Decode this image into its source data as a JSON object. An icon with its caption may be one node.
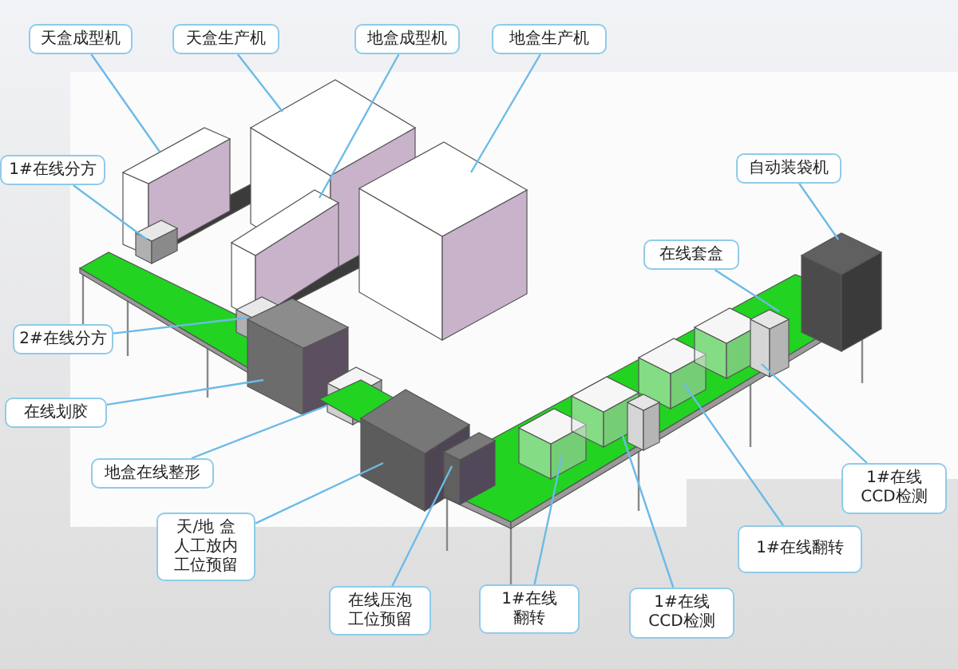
{
  "diagram": {
    "nodes": [
      {
        "text": [
          "天盒成型机"
        ]
      },
      {
        "text": [
          "天盒生产机"
        ]
      },
      {
        "text": [
          "地盒成型机"
        ]
      },
      {
        "text": [
          "地盒生产机"
        ]
      },
      {
        "text": [
          "1#在线分方"
        ]
      },
      {
        "text": [
          "2#在线分方"
        ]
      },
      {
        "text": [
          "在线划胶"
        ]
      },
      {
        "text": [
          "地盒在线整形"
        ]
      },
      {
        "text": [
          "天/地 盒人工放内工位预留"
        ]
      },
      {
        "text": [
          "在线压泡工位预留"
        ]
      },
      {
        "text": [
          "1#在线翻转"
        ]
      },
      {
        "text": [
          "1#在线CCD检测"
        ]
      },
      {
        "text": [
          "1#在线翻转"
        ]
      },
      {
        "text": [
          "1#在线CCD检测"
        ]
      },
      {
        "text": [
          "在线套盒"
        ]
      },
      {
        "text": [
          "自动装袋机"
        ]
      }
    ],
    "edges": [
      {
        "from": 0,
        "to": null,
        "arrow": "none"
      },
      {
        "from": 1,
        "to": null,
        "arrow": "none"
      },
      {
        "from": 2,
        "to": null,
        "arrow": "none"
      },
      {
        "from": 3,
        "to": null,
        "arrow": "none"
      },
      {
        "from": 4,
        "to": null,
        "arrow": "none"
      },
      {
        "from": 5,
        "to": null,
        "arrow": "none"
      },
      {
        "from": 6,
        "to": null,
        "arrow": "none"
      },
      {
        "from": 7,
        "to": null,
        "arrow": "none"
      },
      {
        "from": 8,
        "to": null,
        "arrow": "none"
      },
      {
        "from": 9,
        "to": null,
        "arrow": "none"
      },
      {
        "from": 10,
        "to": null,
        "arrow": "none"
      },
      {
        "from": 11,
        "to": null,
        "arrow": "none"
      },
      {
        "from": 12,
        "to": null,
        "arrow": "none"
      },
      {
        "from": 13,
        "to": null,
        "arrow": "none"
      },
      {
        "from": 14,
        "to": null,
        "arrow": "none"
      },
      {
        "from": 15,
        "to": null,
        "arrow": "none"
      }
    ]
  }
}
